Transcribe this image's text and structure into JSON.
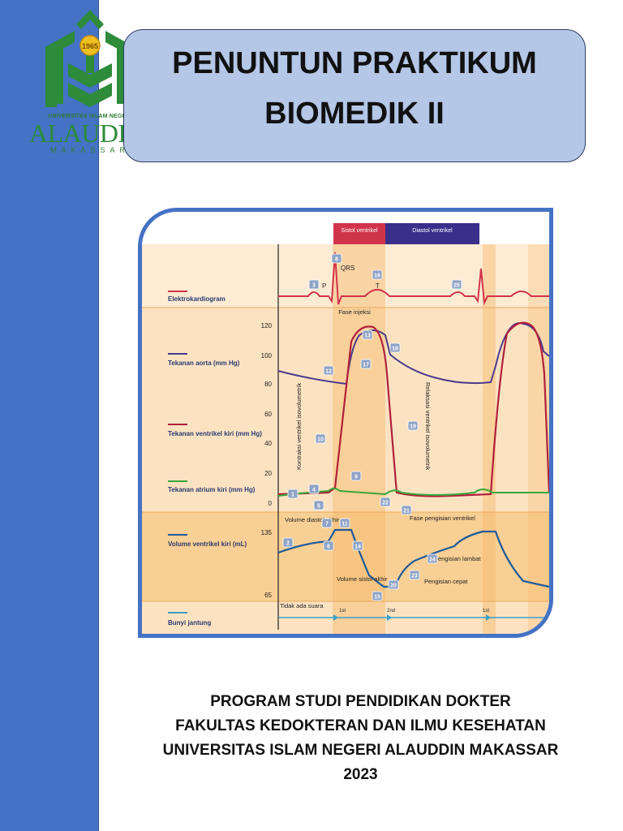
{
  "logo": {
    "year": "1965",
    "top_text": "UNIVERSITAS ISLAM NEGERI",
    "name": "ALAUDDIN",
    "city": "MAKASSAR"
  },
  "title": {
    "line1": "PENUNTUN PRAKTIKUM",
    "line2": "BIOMEDIK II"
  },
  "figure": {
    "phases": {
      "systole": "Sistol ventrikel",
      "diastole": "Diastol ventrikel"
    },
    "row_labels": {
      "ecg": "Elektrokardiogram",
      "aorta": "Tekanan aorta (mm Hg)",
      "ventricle": "Tekanan ventrikel kiri (mm Hg)",
      "atrium": "Tekanan atrium kiri (mm Hg)",
      "volume": "Volume ventrikel kiri (mL)",
      "sound": "Bunyi jantung"
    },
    "pressure_ticks": [
      "120",
      "100",
      "80",
      "60",
      "40",
      "20",
      "0"
    ],
    "volume_ticks": [
      "135",
      "65"
    ],
    "ecg_labels": {
      "p": "P",
      "qrs": "QRS",
      "t": "T"
    },
    "annotations": {
      "ejection": "Fase injeksi",
      "iso_contraction": "Kontraksi ventrikel isovolumetrik",
      "iso_relaxation": "Relaksasi ventrikel isovolumetrik",
      "filling_phase": "Fase pengisian ventrikel",
      "edv": "Volume diastol akhir",
      "esv": "Volume sistol akhir",
      "slow_fill": "Pengisian lambat",
      "fast_fill": "Pengisian cepat",
      "no_sound": "Tidak ada suara",
      "s1": "1st",
      "s2": "2nd",
      "s1b": "1st"
    },
    "markers": [
      "1",
      "2",
      "3",
      "4",
      "5",
      "6",
      "7",
      "8",
      "9",
      "10",
      "11",
      "12",
      "13",
      "14",
      "15",
      "16",
      "17",
      "18",
      "19",
      "20",
      "21",
      "22",
      "23",
      "24",
      "25"
    ],
    "colors": {
      "ecg": "#d0344a",
      "aorta": "#4a3a8c",
      "ventricle": "#b0203a",
      "atrium": "#3aa63a",
      "volume": "#1e5a9a",
      "sound": "#3aa0c8",
      "frame": "#4472c4"
    }
  },
  "footer": {
    "program": "PROGRAM STUDI PENDIDIKAN DOKTER",
    "faculty": "FAKULTAS KEDOKTERAN DAN ILMU KESEHATAN",
    "university": "UNIVERSITAS ISLAM NEGERI ALAUDDIN MAKASSAR",
    "year": "2023"
  }
}
